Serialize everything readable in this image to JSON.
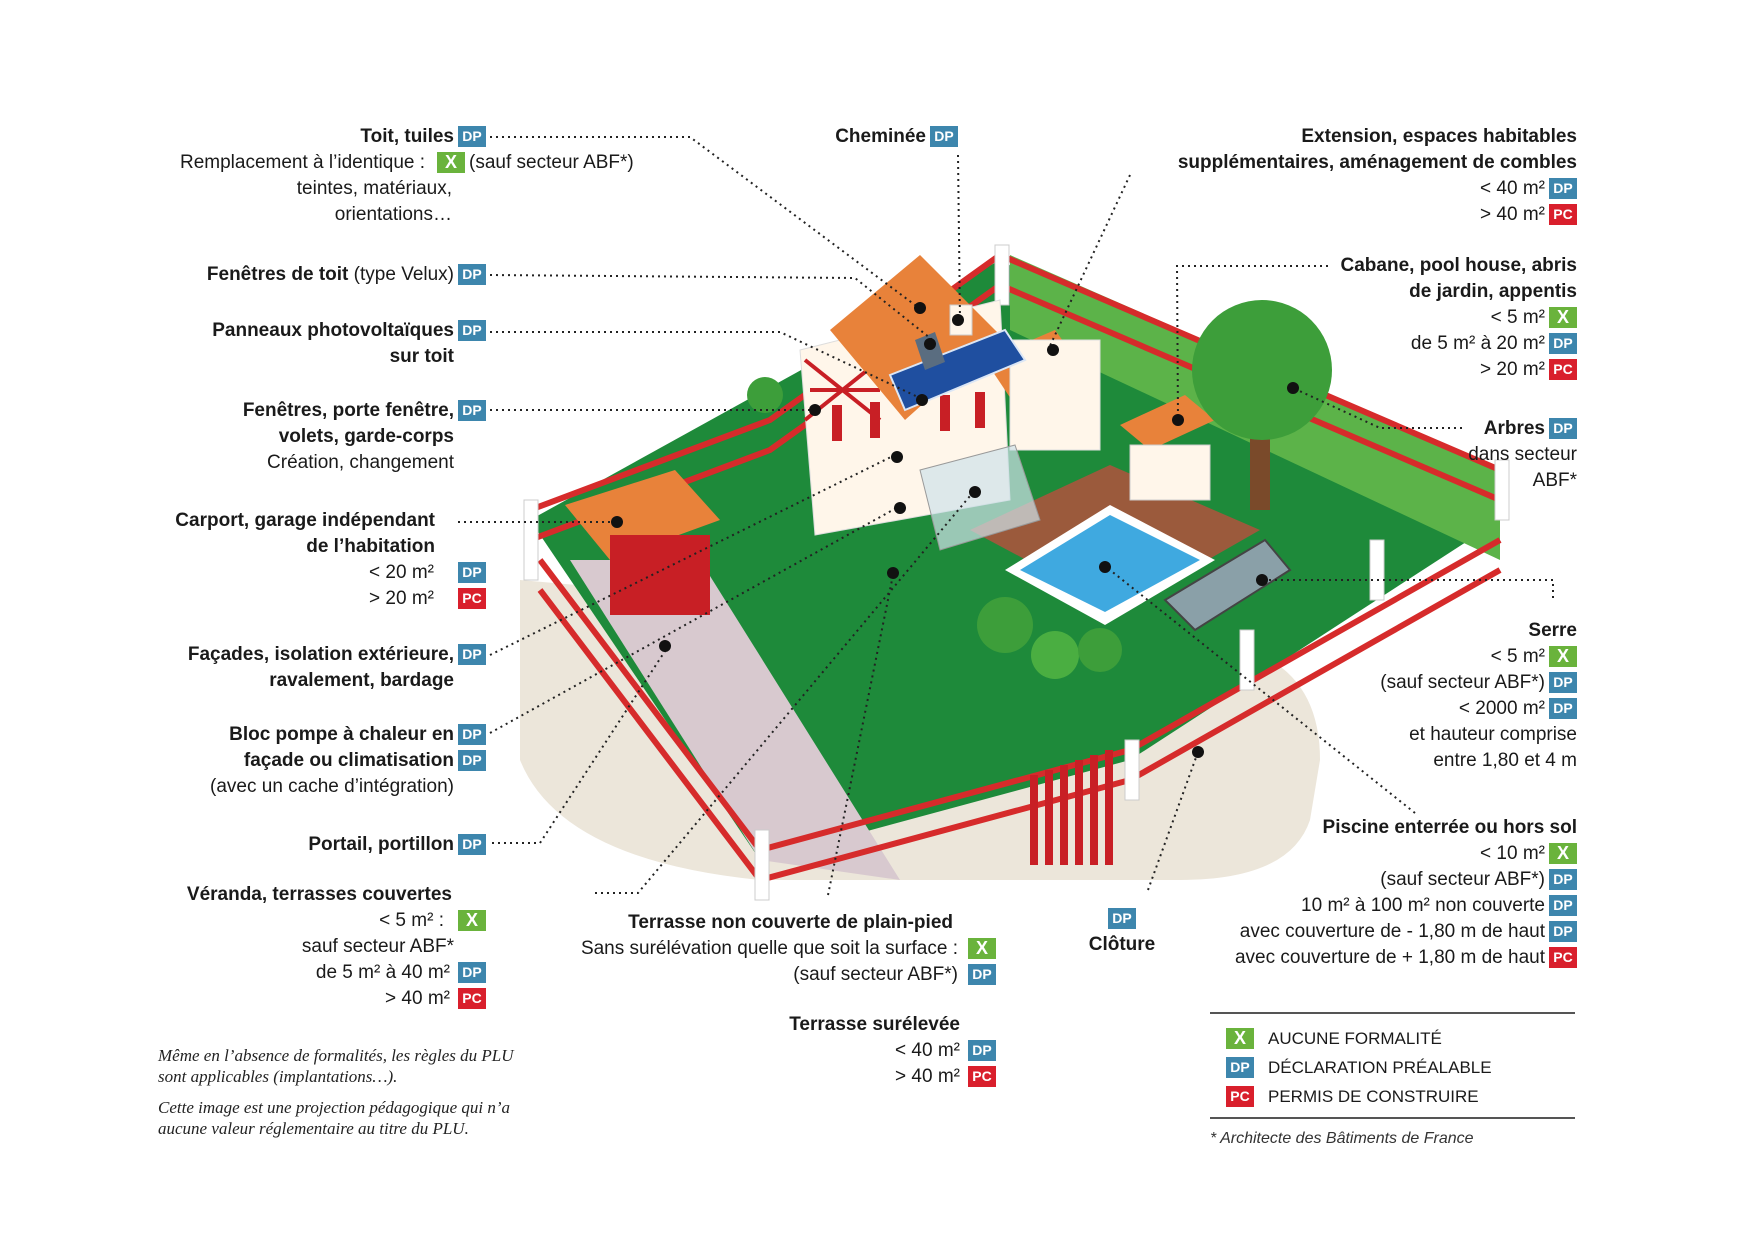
{
  "colors": {
    "dp": "#3d86ad",
    "pc": "#d91f2c",
    "x": "#6ab33c",
    "lawn": "#1e8a3a",
    "roof": "#e8823a",
    "fence": "#d62b2b",
    "hedge": "#5cb349"
  },
  "badges": {
    "dp": "DP",
    "pc": "PC",
    "x": "X"
  },
  "left_labels": {
    "toit": {
      "title": "Toit, tuiles",
      "l2": "Remplacement à l’identique :",
      "l2b": "(sauf secteur ABF*)",
      "l3": "teintes, matériaux,",
      "l4": "orientations…"
    },
    "fenetres_toit": {
      "title": "Fenêtres de toit",
      "note": "(type Velux)"
    },
    "panneaux": {
      "l1": "Panneaux photovoltaïques",
      "l2": "sur toit"
    },
    "fenetres": {
      "l1": "Fenêtres, porte fenêtre,",
      "l2": "volets, garde-corps",
      "l3": "Création, changement"
    },
    "carport": {
      "l1": "Carport, garage indépendant",
      "l2": "de l’habitation",
      "l3": "< 20 m²",
      "l4": "> 20 m²"
    },
    "facades": {
      "l1": "Façades, isolation extérieure,",
      "l2": "ravalement, bardage"
    },
    "pompe": {
      "l1": "Bloc pompe à chaleur en",
      "l2": "façade ou climatisation",
      "l3": "(avec un cache d’intégration)"
    },
    "portail": {
      "title": "Portail, portillon"
    },
    "veranda": {
      "l1": "Véranda, terrasses couvertes",
      "l2": "< 5 m² :",
      "l3": "sauf secteur ABF*",
      "l4": "de 5 m² à 40 m²",
      "l5": "> 40 m²"
    }
  },
  "center_labels": {
    "cheminee": {
      "title": "Cheminée"
    },
    "terrasse_pp": {
      "title": "Terrasse non couverte de plain-pied",
      "l2": "Sans surélévation quelle que soit la surface :",
      "l3": "(sauf secteur ABF*)"
    },
    "terrasse_sur": {
      "title": "Terrasse surélevée",
      "l2": "< 40 m²",
      "l3": "> 40 m²"
    },
    "cloture": {
      "title": "Clôture"
    }
  },
  "right_labels": {
    "extension": {
      "l1": "Extension, espaces habitables",
      "l2": "supplémentaires, aménagement de combles",
      "l3": "< 40 m²",
      "l4": "> 40 m²"
    },
    "cabane": {
      "l1": "Cabane, pool house, abris",
      "l2": "de jardin, appentis",
      "l3": "< 5 m²",
      "l4": "de 5 m² à 20 m²",
      "l5": "> 20 m²"
    },
    "arbres": {
      "title": "Arbres",
      "l2": "dans secteur",
      "l3": "ABF*"
    },
    "serre": {
      "title": "Serre",
      "l2": "< 5 m²",
      "l3": "(sauf secteur ABF*)",
      "l4": "< 2000 m²",
      "l5": "et hauteur comprise",
      "l6": "entre 1,80 et 4 m"
    },
    "piscine": {
      "title": "Piscine enterrée ou hors sol",
      "l2": "< 10 m²",
      "l3": "(sauf secteur ABF*)",
      "l4": "10 m² à 100 m² non couverte",
      "l5": "avec couverture de - 1,80 m de haut",
      "l6": "avec couverture de + 1,80 m de haut"
    }
  },
  "notes": {
    "n1a": "Même en l’absence de formalités, les règles du PLU",
    "n1b": "sont applicables (implantations…).",
    "n2a": "Cette image est une projection pédagogique qui n’a",
    "n2b": "aucune valeur réglementaire au titre du PLU."
  },
  "legend": [
    {
      "badge": "X",
      "kind": "x",
      "label": "AUCUNE FORMALITÉ"
    },
    {
      "badge": "DP",
      "kind": "dp",
      "label": "DÉCLARATION PRÉALABLE"
    },
    {
      "badge": "PC",
      "kind": "pc",
      "label": "PERMIS DE CONSTRUIRE"
    }
  ],
  "footnote": "* Architecte des Bâtiments de France"
}
